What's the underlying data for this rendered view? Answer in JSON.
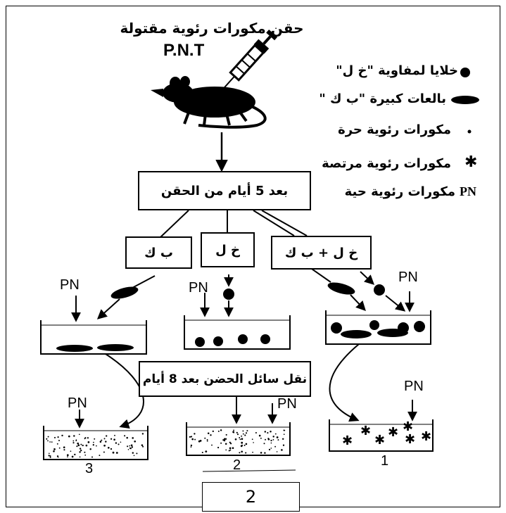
{
  "title": "حقن مكورات رئوية مقتولة",
  "pnt_label": "P.N.T",
  "legend": [
    {
      "text": "خلايا لمفاوية \"خ ل\"",
      "icon": "circle-icon"
    },
    {
      "text": "بالعات كبيرة \"ب ك \"",
      "icon": "ellipse-icon"
    },
    {
      "text": "مكورات رئوية حرة",
      "icon": "dot-icon"
    },
    {
      "text": "مكورات رئوية مرتصة",
      "icon": "star-icon"
    },
    {
      "prefix": "PN",
      "text": "مكورات رئوية حية",
      "icon": ""
    }
  ],
  "step1": "بعد 5 أيام من الحقن",
  "cells": {
    "mac": "ب ك",
    "lym": "خ ل",
    "both": "خ ل + ب ك"
  },
  "step2": "نقل سائل الحضن بعد 8 أيام",
  "pn": "PN",
  "tube_numbers": [
    "3",
    "2",
    "1"
  ],
  "page_number": "2"
}
